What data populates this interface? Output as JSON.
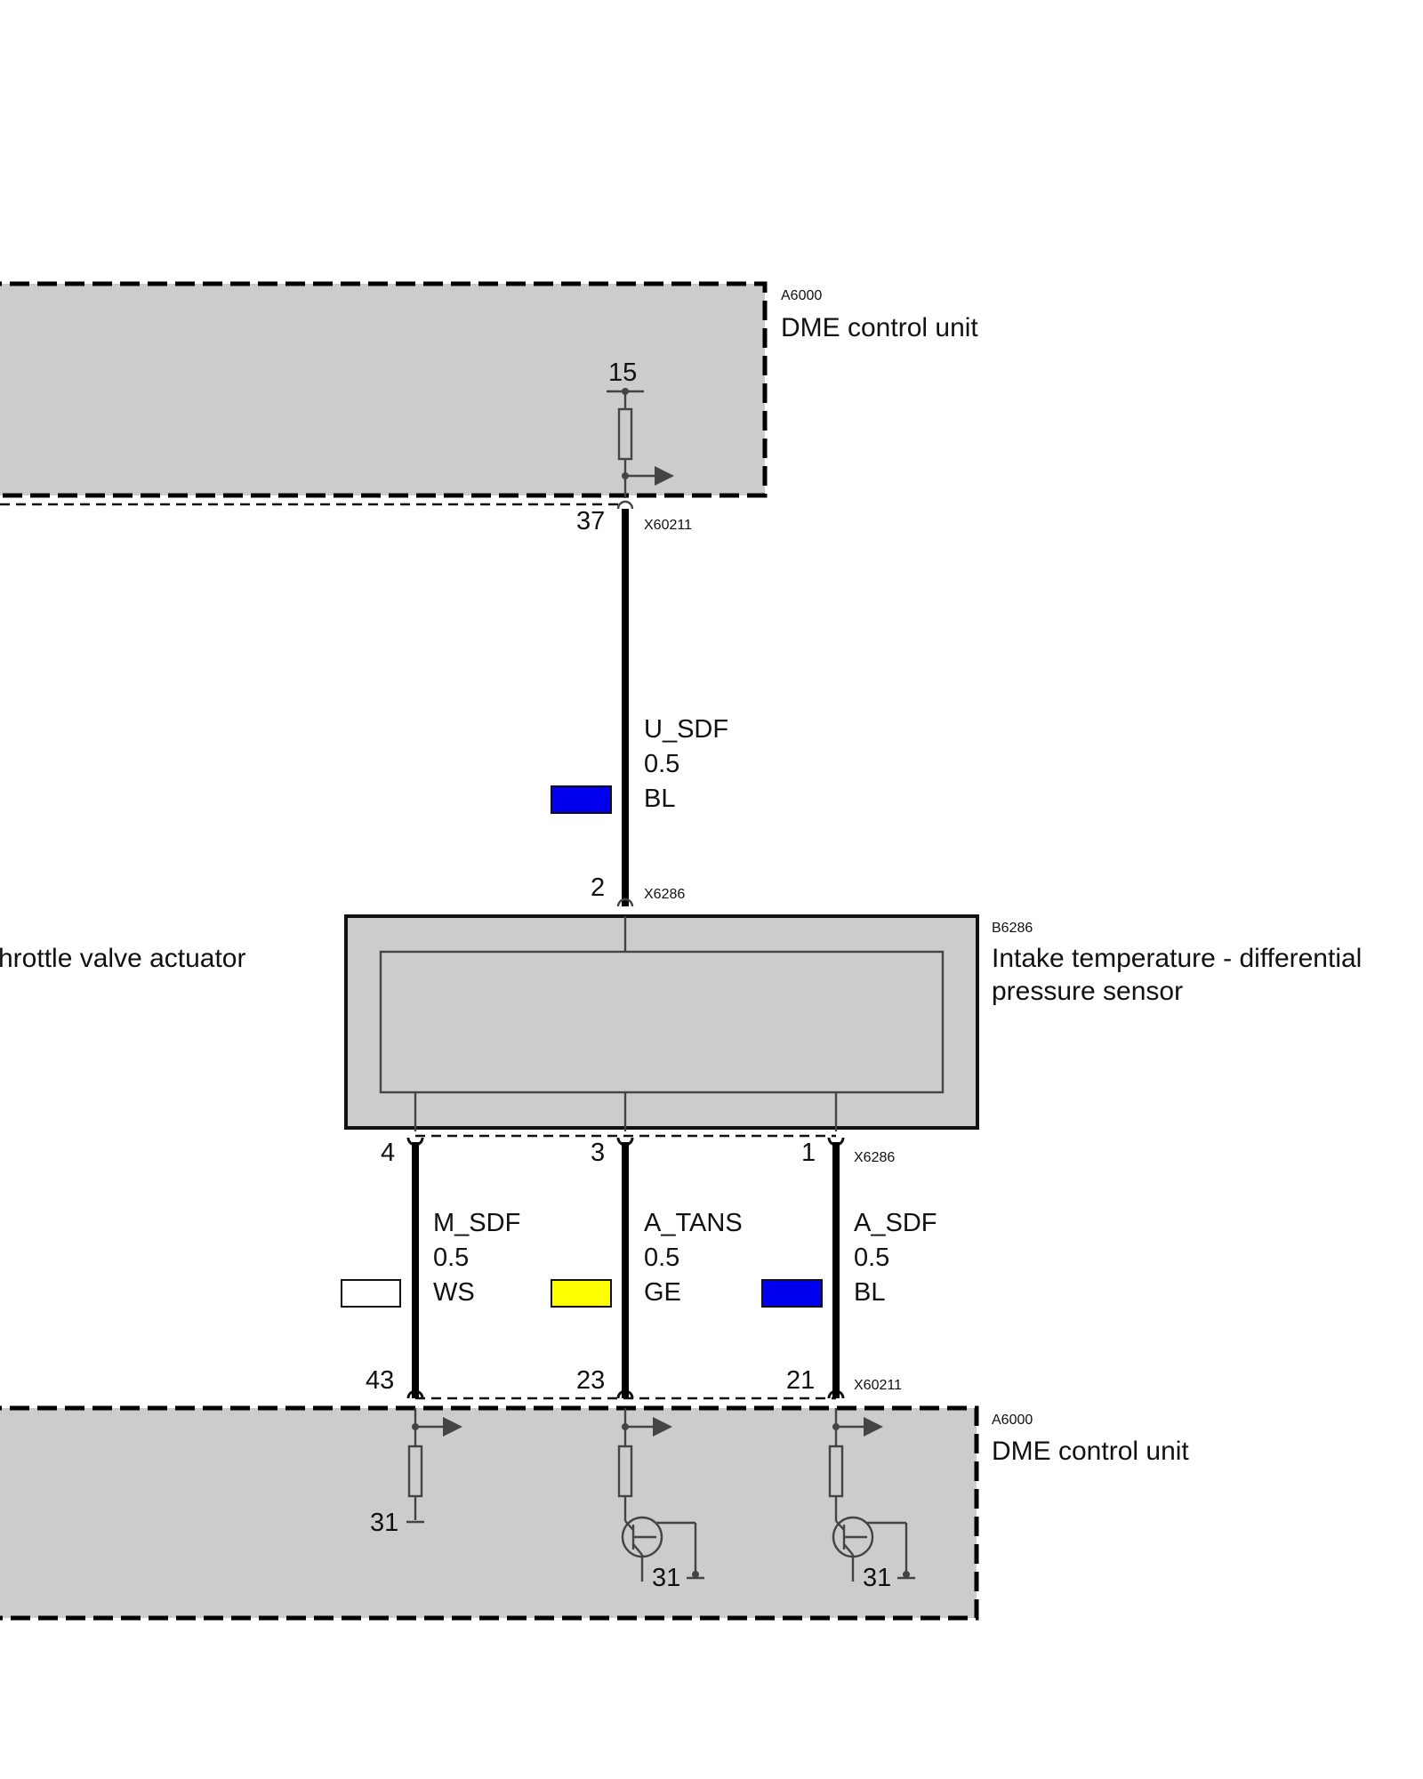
{
  "dme_top": {
    "code": "A6000",
    "name": "DME control unit",
    "supply_terminal": "15"
  },
  "dme_bottom": {
    "code": "A6000",
    "name": "DME control unit",
    "ground_labels": [
      "31",
      "31",
      "31"
    ]
  },
  "sensor": {
    "code": "B6286",
    "name_line1": "Intake temperature - differential",
    "name_line2": "pressure sensor"
  },
  "neighbor_component": {
    "name_partial": "hrottle valve actuator"
  },
  "connectors": {
    "dme_top_pin": "37",
    "dme_top_connector": "X60211",
    "sensor_top_pin": "2",
    "sensor_top_connector": "X6286",
    "sensor_bottom_pins": [
      "4",
      "3",
      "1"
    ],
    "sensor_bottom_connector": "X6286",
    "dme_bottom_pins": [
      "43",
      "23",
      "21"
    ],
    "dme_bottom_connector": "X60211"
  },
  "wires": [
    {
      "signal": "U_SDF",
      "gauge": "0.5",
      "color_code": "BL",
      "color_hex": "#0000ee"
    },
    {
      "signal": "M_SDF",
      "gauge": "0.5",
      "color_code": "WS",
      "color_hex": "#ffffff"
    },
    {
      "signal": "A_TANS",
      "gauge": "0.5",
      "color_code": "GE",
      "color_hex": "#ffff00"
    },
    {
      "signal": "A_SDF",
      "gauge": "0.5",
      "color_code": "BL",
      "color_hex": "#0000ee"
    }
  ]
}
